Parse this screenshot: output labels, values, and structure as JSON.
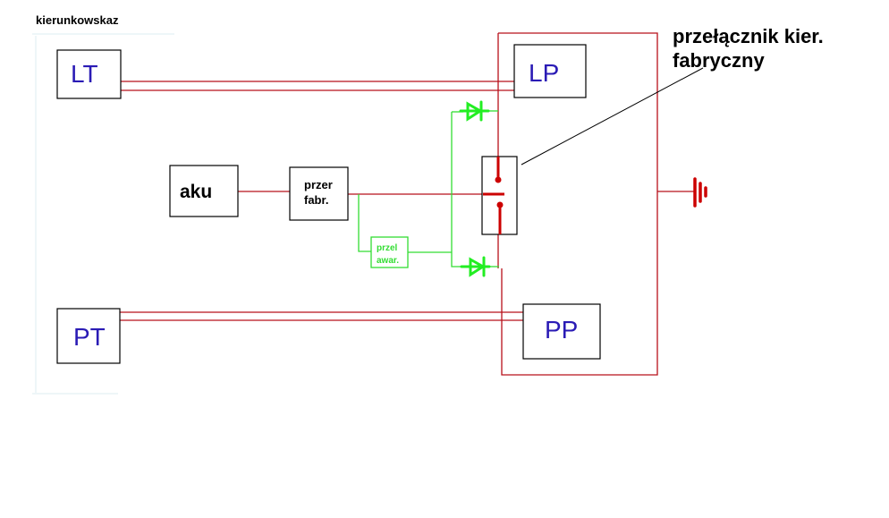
{
  "title": "kierunkowskaz",
  "annotation": {
    "line1": "przełącznik kier.",
    "line2": "fabryczny"
  },
  "components": {
    "lt": "LT",
    "lp": "LP",
    "pt": "PT",
    "pp": "PP",
    "aku": "aku",
    "przer_fabr": {
      "line1": "przer",
      "line2": "fabr."
    },
    "przel_awar": {
      "line1": "przel",
      "line2": "awar."
    }
  },
  "symbols": [
    "diode-upper",
    "diode-lower",
    "switch",
    "ground"
  ],
  "colors": {
    "wire": "#b8101a",
    "switch": "#cc0000",
    "emergency_wire": "#33dd33",
    "bulb_label": "#2a1bb5",
    "text": "#000000"
  }
}
